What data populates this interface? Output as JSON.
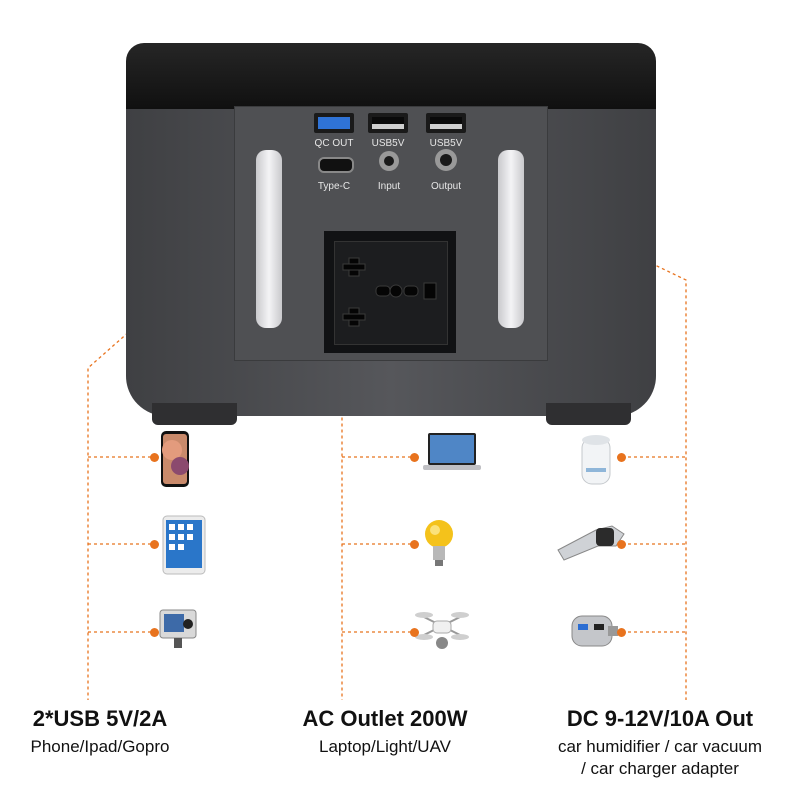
{
  "product": {
    "port_labels": {
      "qc_out": "QC  OUT",
      "usb5v_1": "USB5V",
      "usb5v_2": "USB5V",
      "type_c": "Type-C",
      "input": "Input",
      "output": "Output"
    }
  },
  "columns": [
    {
      "title": "2*USB 5V/2A",
      "subtitle": "Phone/Ipad/Gopro",
      "devices": [
        "phone-icon",
        "tablet-icon",
        "action-camera-icon"
      ]
    },
    {
      "title": "AC Outlet 200W",
      "subtitle": "Laptop/Light/UAV",
      "devices": [
        "laptop-icon",
        "light-bulb-icon",
        "drone-icon"
      ]
    },
    {
      "title": "DC 9-12V/10A Out",
      "subtitle_line1": "car humidifier / car vacuum",
      "subtitle_line2": "/ car charger adapter",
      "devices": [
        "car-humidifier-icon",
        "car-vacuum-icon",
        "car-charger-adapter-icon"
      ]
    }
  ],
  "colors": {
    "accent": "#e8731e",
    "body": "#4a4b4e",
    "top": "#121212"
  }
}
